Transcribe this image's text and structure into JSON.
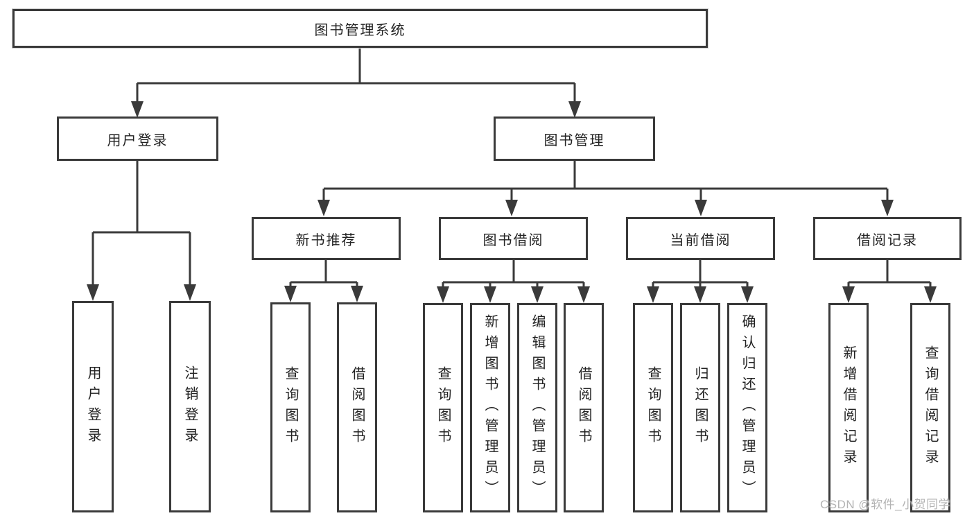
{
  "diagram": {
    "root": {
      "label": "图书管理系统"
    },
    "branches": [
      {
        "label": "用户登录",
        "children": [
          {
            "label": "用户登录"
          },
          {
            "label": "注销登录"
          }
        ]
      },
      {
        "label": "图书管理",
        "children": [
          {
            "label": "新书推荐",
            "children": [
              {
                "label": "查询图书"
              },
              {
                "label": "借阅图书"
              }
            ]
          },
          {
            "label": "图书借阅",
            "children": [
              {
                "label": "查询图书"
              },
              {
                "label": "新增图书（管理员）"
              },
              {
                "label": "编辑图书（管理员）"
              },
              {
                "label": "借阅图书"
              }
            ]
          },
          {
            "label": "当前借阅",
            "children": [
              {
                "label": "查询图书"
              },
              {
                "label": "归还图书"
              },
              {
                "label": "确认归还（管理员）"
              }
            ]
          },
          {
            "label": "借阅记录",
            "children": [
              {
                "label": "新增借阅记录"
              },
              {
                "label": "查询借阅记录"
              }
            ]
          }
        ]
      }
    ]
  },
  "watermark": {
    "text": "CSDN @软件_小贺同学"
  },
  "colors": {
    "line": "#3a3a3a",
    "text": "#222222",
    "background": "#ffffff",
    "watermark": "#b4b4b4"
  }
}
